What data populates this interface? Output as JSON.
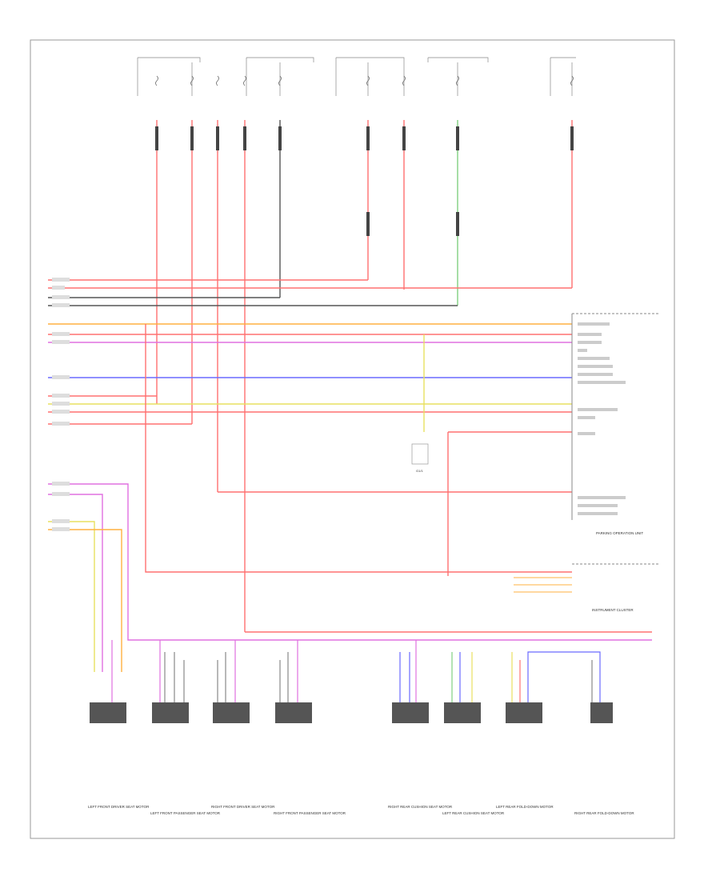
{
  "diagram": {
    "footer_code": "",
    "modules": {
      "parking_unit_title": "PARKING OPERATION UNIT",
      "instrument_cluster_title": "INSTRUMENT CLUSTER",
      "g1_label": "G1/1"
    },
    "seats": [
      {
        "caption": "LEFT FRONT DRIVER SEAT MOTOR"
      },
      {
        "caption": "LEFT FRONT PASSENGER SEAT MOTOR"
      },
      {
        "caption": "RIGHT FRONT DRIVER SEAT MOTOR"
      },
      {
        "caption": "RIGHT FRONT PASSENGER SEAT MOTOR"
      },
      {
        "caption": "RIGHT REAR CUSHION SEAT MOTOR"
      },
      {
        "caption": "LEFT REAR CUSHION SEAT MOTOR"
      },
      {
        "caption": "LEFT REAR FOLD-DOWN MOTOR"
      },
      {
        "caption": "RIGHT REAR FOLD-DOWN MOTOR"
      }
    ],
    "colors": {
      "red": "#ff7070",
      "pink": "#f08ab0",
      "violet": "#e070e0",
      "blue": "#6b6bff",
      "orange": "#ffb040",
      "yellow": "#e8e060",
      "green": "#80d080",
      "gray": "#909090",
      "black": "#333333"
    }
  }
}
